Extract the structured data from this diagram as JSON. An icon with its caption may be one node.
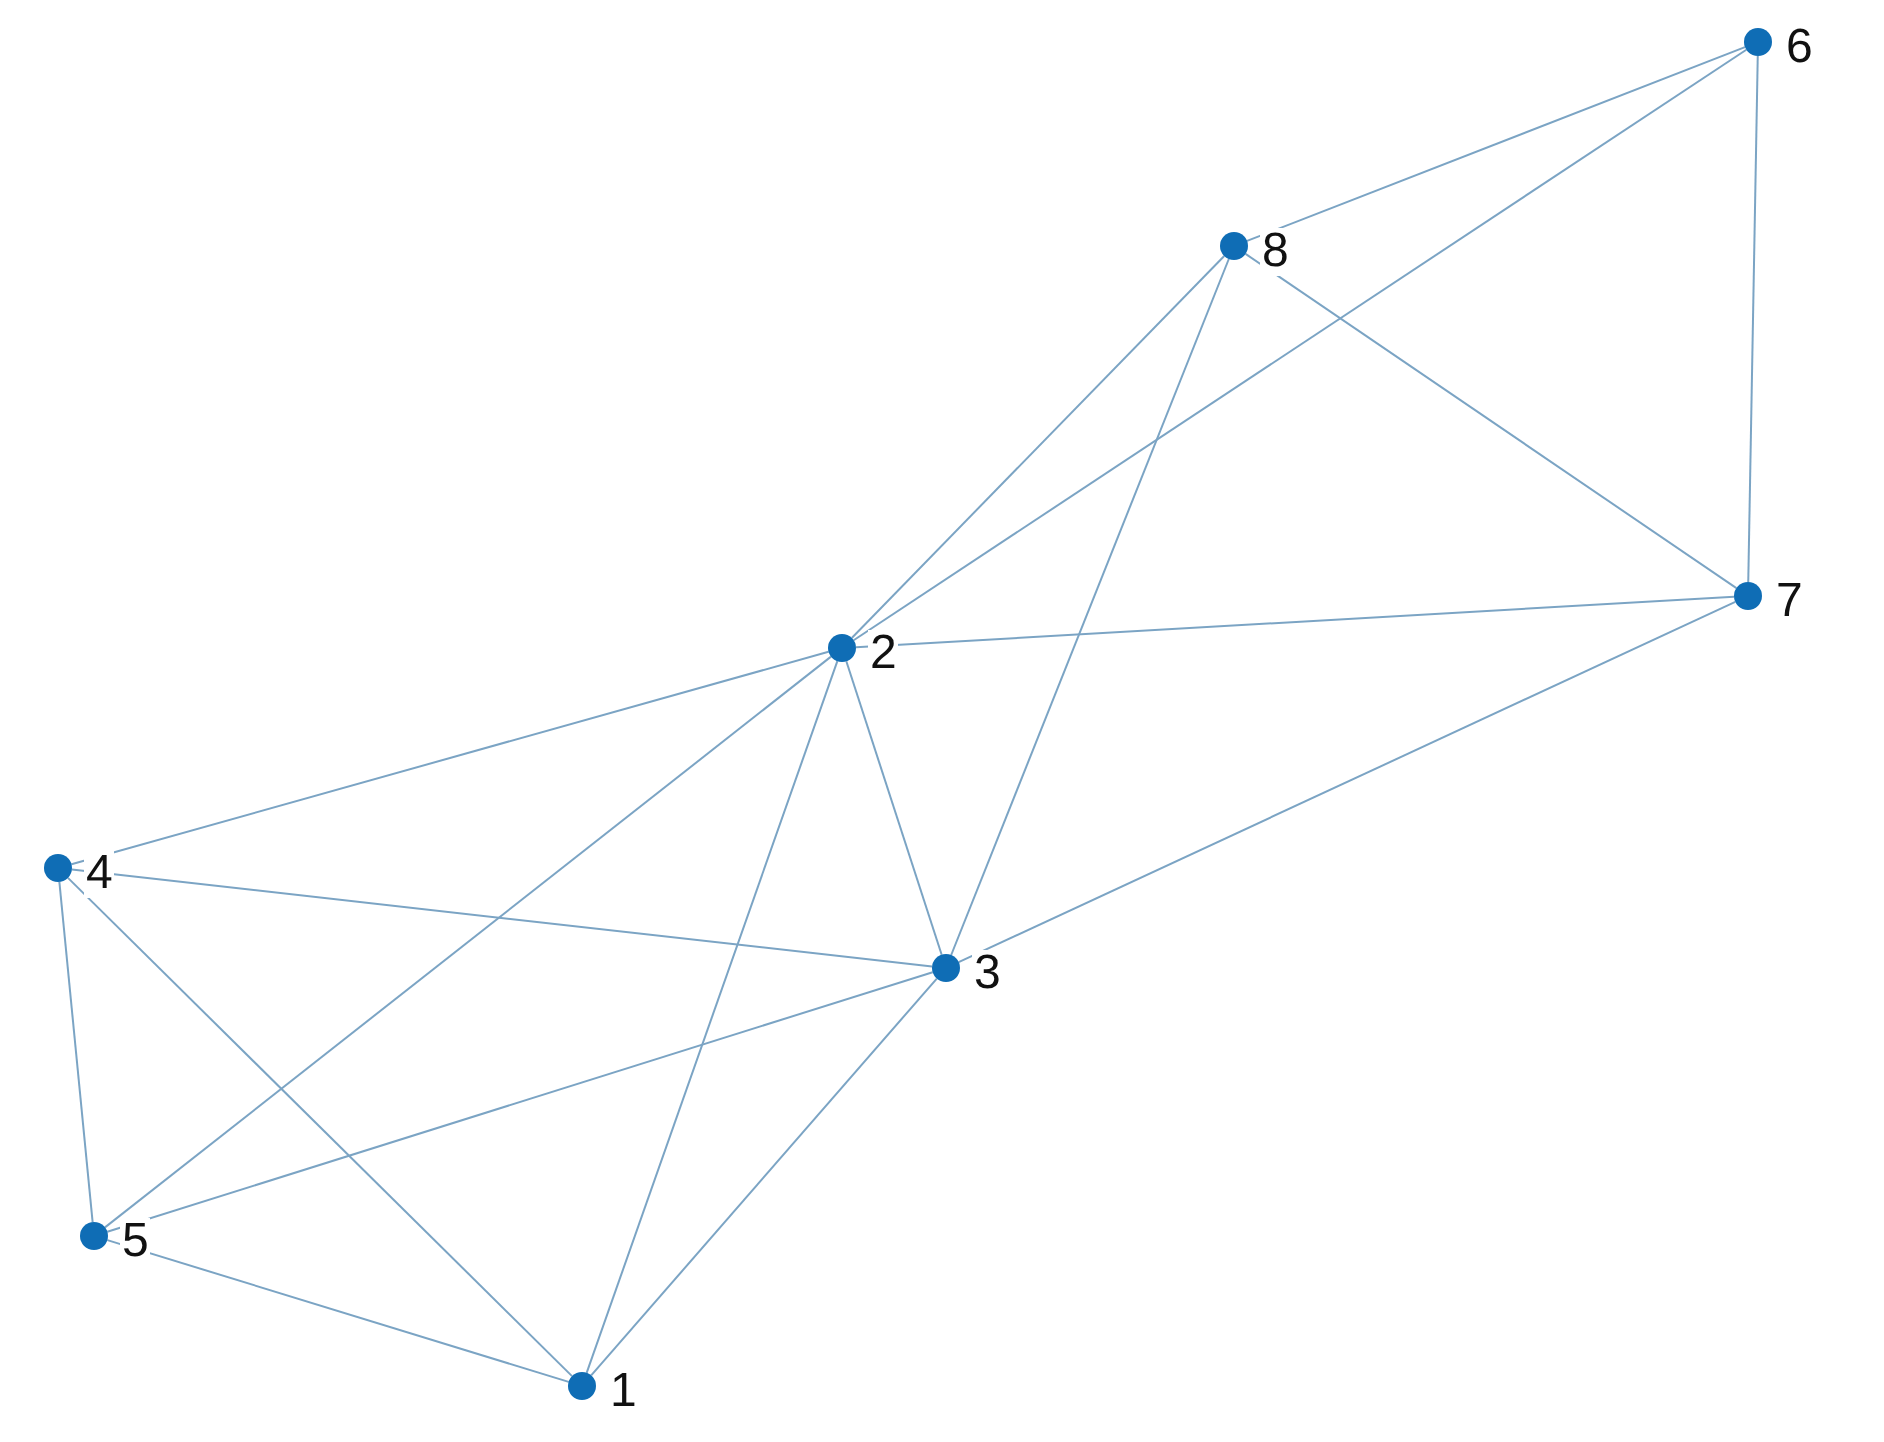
{
  "diagram": {
    "nodes": [
      {
        "text": [],
        "shape": "circle",
        "beside": [
          "1"
        ]
      },
      {
        "text": [],
        "shape": "circle",
        "beside": [
          "2"
        ]
      },
      {
        "text": [],
        "shape": "circle",
        "beside": [
          "3"
        ]
      },
      {
        "text": [],
        "shape": "circle",
        "beside": [
          "4"
        ]
      },
      {
        "text": [],
        "shape": "circle",
        "beside": [
          "5"
        ]
      },
      {
        "text": [],
        "shape": "circle",
        "beside": [
          "6"
        ]
      },
      {
        "text": [],
        "shape": "circle",
        "beside": [
          "7"
        ]
      },
      {
        "text": [],
        "shape": "circle",
        "beside": [
          "8"
        ]
      }
    ],
    "edges": [
      {
        "from": 0,
        "to": 4,
        "arrow": "none"
      },
      {
        "from": 0,
        "to": 3,
        "arrow": "none"
      },
      {
        "from": 0,
        "to": 1,
        "arrow": "none"
      },
      {
        "from": 0,
        "to": 2,
        "arrow": "none"
      },
      {
        "from": 4,
        "to": 3,
        "arrow": "none"
      },
      {
        "from": 4,
        "to": 1,
        "arrow": "none"
      },
      {
        "from": 4,
        "to": 2,
        "arrow": "none"
      },
      {
        "from": 3,
        "to": 1,
        "arrow": "none"
      },
      {
        "from": 3,
        "to": 2,
        "arrow": "none"
      },
      {
        "from": 1,
        "to": 2,
        "arrow": "none"
      },
      {
        "from": 1,
        "to": 6,
        "arrow": "none"
      },
      {
        "from": 1,
        "to": 7,
        "arrow": "none"
      },
      {
        "from": 1,
        "to": 5,
        "arrow": "none"
      },
      {
        "from": 2,
        "to": 7,
        "arrow": "none"
      },
      {
        "from": 2,
        "to": 6,
        "arrow": "none"
      },
      {
        "from": 7,
        "to": 5,
        "arrow": "none"
      },
      {
        "from": 7,
        "to": 6,
        "arrow": "none"
      },
      {
        "from": 5,
        "to": 6,
        "arrow": "none"
      }
    ]
  }
}
